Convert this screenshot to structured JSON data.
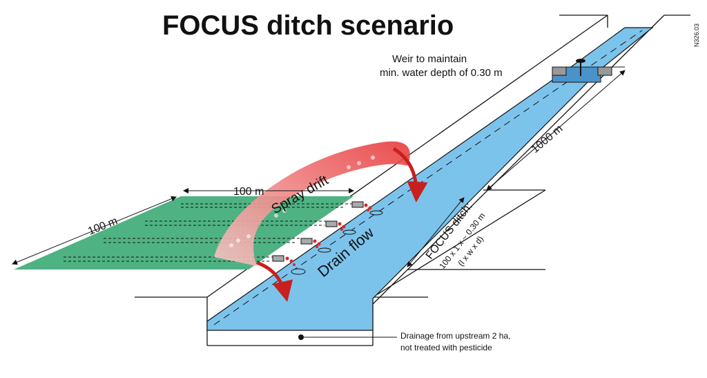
{
  "title": "FOCUS ditch scenario",
  "code": "N326.03",
  "weir_label": [
    "Weir to maintain",
    "min. water depth of 0.30 m"
  ],
  "length_label": "1000 m",
  "field_width": "100 m",
  "field_length": "100 m",
  "spray_label": "Spray drift",
  "drain_label": "Drain flow",
  "ditch_label": [
    "FOCUS ditch:",
    "100 x 1 x ~ 0.30 m",
    "(l x w x d)"
  ],
  "upstream_label": [
    "Drainage from upstream 2 ha,",
    "not treated with pesticide"
  ],
  "colors": {
    "water": "#7cc3ec",
    "field": "#4fb283",
    "drift": "#e8393a"
  }
}
